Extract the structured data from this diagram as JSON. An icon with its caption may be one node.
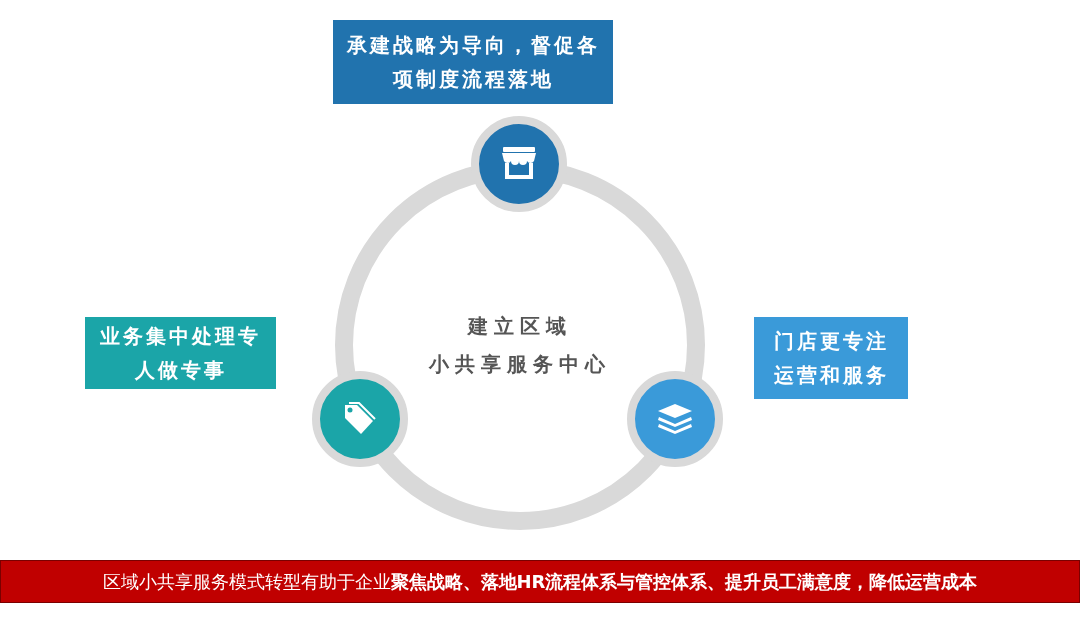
{
  "diagram": {
    "nodes": [
      {
        "text": [
          "承建战略为导向，督促各项制度流程落地"
        ]
      },
      {
        "text": [
          "建立区域",
          "小共享服务中心"
        ]
      },
      {
        "text": [
          "业务集中处理专人做专事"
        ]
      },
      {
        "text": [
          "门店更专注运营和服务"
        ]
      },
      {
        "text": [
          "区域小共享服务模式转型有助于企业**聚焦战略、落地HR流程体系与管控体系、提升员工满意度，降低运营成本**"
        ]
      }
    ],
    "edges": []
  }
}
